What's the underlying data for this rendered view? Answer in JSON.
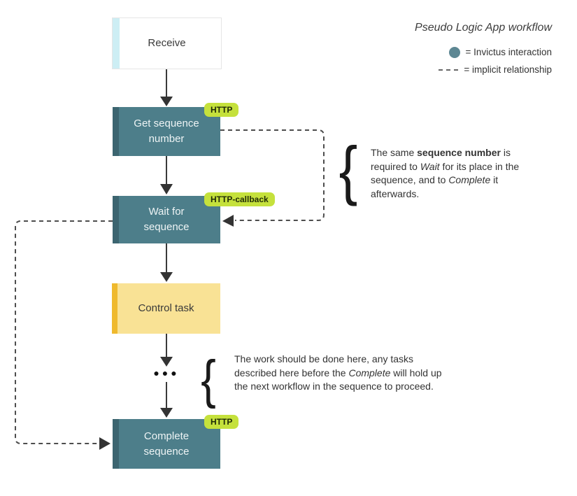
{
  "legend": {
    "title": "Pseudo Logic App workflow",
    "items": [
      {
        "icon": "invictus-circle-icon",
        "label": "= Invictus interaction"
      },
      {
        "icon": "implicit-dashes-icon",
        "label": "= implicit relationship"
      }
    ]
  },
  "nodes": [
    {
      "id": "receive",
      "kind": "trigger",
      "lines": [
        "Receive"
      ],
      "badge": ""
    },
    {
      "id": "get-sequence-number",
      "kind": "invictus",
      "lines": [
        "Get sequence",
        "number"
      ],
      "badge": "HTTP"
    },
    {
      "id": "wait-for-sequence",
      "kind": "invictus",
      "lines": [
        "Wait for",
        "sequence"
      ],
      "badge": "HTTP-callback"
    },
    {
      "id": "control-task",
      "kind": "task",
      "lines": [
        "Control task"
      ],
      "badge": ""
    },
    {
      "id": "complete-sequence",
      "kind": "invictus",
      "lines": [
        "Complete",
        "sequence"
      ],
      "badge": "HTTP"
    }
  ],
  "flow": {
    "ellipsis": "●●●"
  },
  "annotations": [
    {
      "brace": "{",
      "segments": [
        {
          "text": "The same ",
          "style": "normal"
        },
        {
          "text": "sequence number",
          "style": "bold"
        },
        {
          "text": " is required to ",
          "style": "normal"
        },
        {
          "text": "Wait",
          "style": "italic"
        },
        {
          "text": " for its place in the sequence, and to ",
          "style": "normal"
        },
        {
          "text": "Complete",
          "style": "italic"
        },
        {
          "text": " it afterwards.",
          "style": "normal"
        }
      ]
    },
    {
      "brace": "{",
      "segments": [
        {
          "text": "The work should be done here, any tasks described here before the ",
          "style": "normal"
        },
        {
          "text": "Complete",
          "style": "italic"
        },
        {
          "text": " will hold up the next workflow in the sequence to proceed.",
          "style": "normal"
        }
      ]
    }
  ],
  "colors": {
    "invictus_fill": "#4d7e8a",
    "invictus_accent": "#3c6570",
    "trigger_accent": "#cdeef4",
    "task_fill": "#f9e295",
    "task_accent": "#efb92d",
    "badge_fill": "#c5e13c",
    "legend_circle": "#5d8793",
    "connector": "#3a3a3a"
  }
}
